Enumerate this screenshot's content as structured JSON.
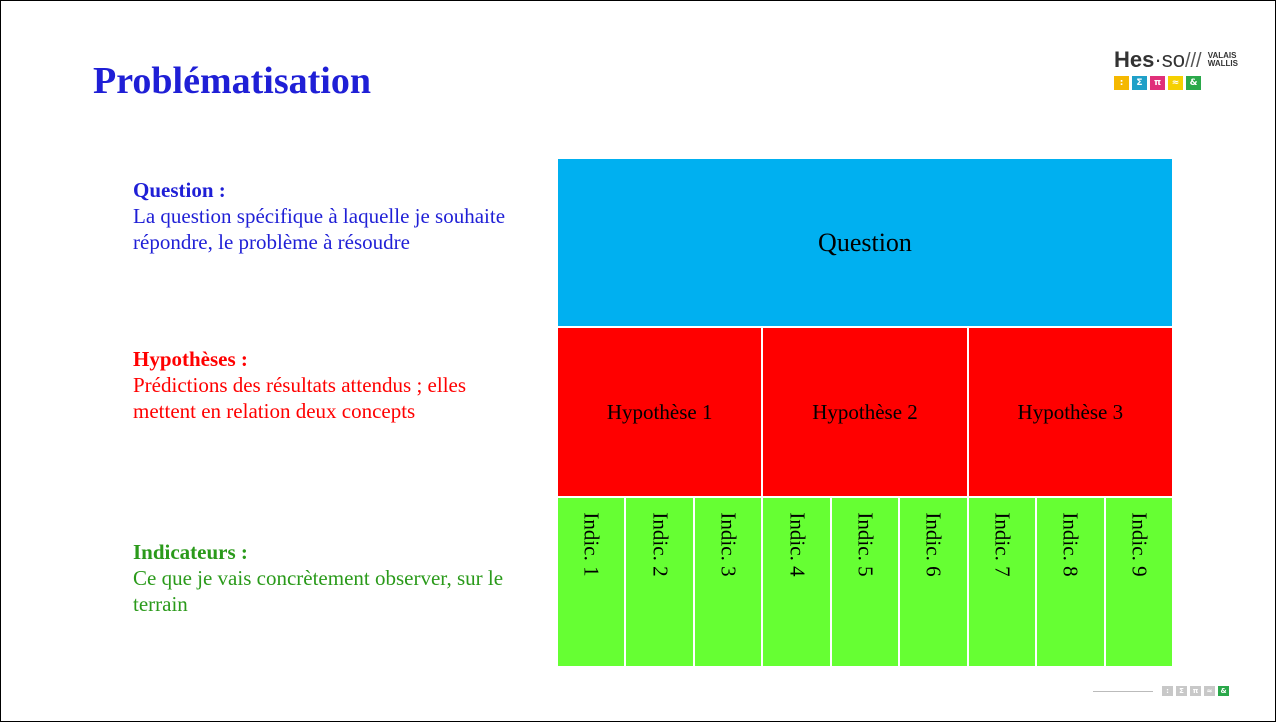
{
  "slide": {
    "title": "Problématisation"
  },
  "logo": {
    "brand_bold": "Hes",
    "brand_dot": "·",
    "brand_so": "so",
    "brand_slashes": "///",
    "region_line1": "VALAIS",
    "region_line2": "WALLIS",
    "chips": [
      {
        "symbol": ":",
        "color": "#f5b800"
      },
      {
        "symbol": "Σ",
        "color": "#1fa0c8"
      },
      {
        "symbol": "π",
        "color": "#e0307a"
      },
      {
        "symbol": "≈",
        "color": "#f5d000"
      },
      {
        "symbol": "&",
        "color": "#2aa84a"
      }
    ]
  },
  "legend": {
    "question": {
      "head": "Question :",
      "body": "La question spécifique à laquelle je souhaite répondre, le problème à résoudre",
      "color": "#1f1fd6"
    },
    "hypotheses": {
      "head": "Hypothèses :",
      "body": "Prédictions des résultats attendus ; elles mettent en relation deux concepts",
      "color": "#ff0000"
    },
    "indicateurs": {
      "head": "Indicateurs :",
      "body": "Ce que je vais concrètement observer, sur le terrain",
      "color": "#2a9a1a"
    }
  },
  "diagram": {
    "question_label": "Question",
    "question_color": "#00b0f0",
    "hypothesis_color": "#ff0000",
    "indicator_color": "#66ff33",
    "hypotheses": [
      "Hypothèse 1",
      "Hypothèse 2",
      "Hypothèse 3"
    ],
    "indicators": [
      "Indic. 1",
      "Indic. 2",
      "Indic. 3",
      "Indic. 4",
      "Indic. 5",
      "Indic. 6",
      "Indic. 7",
      "Indic. 8",
      "Indic. 9"
    ]
  },
  "footer": {
    "chips": [
      {
        "symbol": ":",
        "color": "#c8c8c8"
      },
      {
        "symbol": "Σ",
        "color": "#c8c8c8"
      },
      {
        "symbol": "π",
        "color": "#c8c8c8"
      },
      {
        "symbol": "≈",
        "color": "#c8c8c8"
      },
      {
        "symbol": "&",
        "color": "#2aa84a"
      }
    ]
  }
}
